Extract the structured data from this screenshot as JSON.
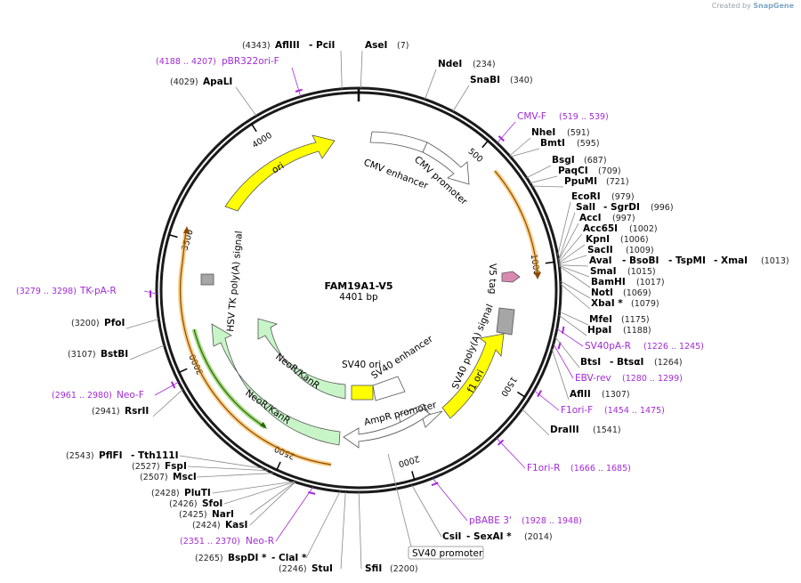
{
  "credit": {
    "prefix": "Created by",
    "brand": "SnapGene"
  },
  "plasmid": {
    "name": "FAM19A1-V5",
    "length_label": "4401 bp",
    "length": 4401
  },
  "ticks": [
    "500",
    "1000",
    "1500",
    "2000",
    "2500",
    "3000",
    "3500",
    "4000"
  ],
  "sites_right": [
    {
      "name": "NdeI",
      "pos": "(234)"
    },
    {
      "name": "SnaBI",
      "pos": "(340)"
    },
    {
      "name": "NheI",
      "pos": "(591)"
    },
    {
      "name": "BmtI",
      "pos": "(595)"
    },
    {
      "name": "BsgI",
      "pos": "(687)"
    },
    {
      "name": "PaqCI",
      "pos": "(709)"
    },
    {
      "name": "PpuMI",
      "pos": "(721)"
    },
    {
      "name": "EcoRI",
      "pos": "(979)"
    },
    {
      "name": "SalI",
      "extra": "SgrDI",
      "pos": "(996)"
    },
    {
      "name": "AccI",
      "pos": "(997)"
    },
    {
      "name": "Acc65I",
      "pos": "(1002)"
    },
    {
      "name": "KpnI",
      "pos": "(1006)"
    },
    {
      "name": "SacII",
      "pos": "(1009)"
    },
    {
      "name": "AvaI",
      "extra": "BsoBI",
      "extra2": "TspMI",
      "extra3": "XmaI",
      "pos": "(1013)"
    },
    {
      "name": "SmaI",
      "pos": "(1015)"
    },
    {
      "name": "BamHI",
      "pos": "(1017)"
    },
    {
      "name": "NotI",
      "pos": "(1069)"
    },
    {
      "name": "XbaI *",
      "pos": "(1079)"
    },
    {
      "name": "MfeI",
      "pos": "(1175)"
    },
    {
      "name": "HpaI",
      "pos": "(1188)"
    },
    {
      "name": "BtsI",
      "extra": "BtsαI",
      "pos": "(1264)"
    },
    {
      "name": "AflII",
      "pos": "(1307)"
    },
    {
      "name": "DraIII",
      "pos": "(1541)"
    },
    {
      "name": "CsiI",
      "extra": "SexAI *",
      "pos": "(2014)"
    }
  ],
  "sites_left": [
    {
      "name": "AflIII",
      "extra": "PciI",
      "pos": "(4343)"
    },
    {
      "name": "AseI",
      "pos": "(7)"
    },
    {
      "name": "ApaLI",
      "pos": "(4029)"
    },
    {
      "name": "PfoI",
      "pos": "(3200)"
    },
    {
      "name": "BstBI",
      "pos": "(3107)"
    },
    {
      "name": "RsrII",
      "pos": "(2941)"
    },
    {
      "name": "PflFI",
      "extra": "Tth111I",
      "pos": "(2543)"
    },
    {
      "name": "FspI",
      "pos": "(2527)"
    },
    {
      "name": "MscI",
      "pos": "(2507)"
    },
    {
      "name": "PluTI",
      "pos": "(2428)"
    },
    {
      "name": "SfoI",
      "pos": "(2426)"
    },
    {
      "name": "NarI",
      "pos": "(2425)"
    },
    {
      "name": "KasI",
      "pos": "(2424)"
    },
    {
      "name": "BspDI *",
      "extra": "ClaI *",
      "pos": "(2265)"
    },
    {
      "name": "StuI",
      "pos": "(2246)"
    },
    {
      "name": "SfiI",
      "pos": "(2200)"
    }
  ],
  "primers": [
    {
      "name": "pBR322ori-F",
      "range": "(4188 .. 4207)"
    },
    {
      "name": "CMV-F",
      "range": "(519 .. 539)"
    },
    {
      "name": "SV40pA-R",
      "range": "(1226 .. 1245)"
    },
    {
      "name": "EBV-rev",
      "range": "(1280 .. 1299)"
    },
    {
      "name": "F1ori-F",
      "range": "(1454 .. 1475)"
    },
    {
      "name": "F1ori-R",
      "range": "(1666 .. 1685)"
    },
    {
      "name": "pBABE 3'",
      "range": "(1928 .. 1948)"
    },
    {
      "name": "TK-pA-R",
      "range": "(3279 .. 3298)"
    },
    {
      "name": "Neo-F",
      "range": "(2961 .. 2980)"
    },
    {
      "name": "Neo-R",
      "range": "(2351 .. 2370)"
    }
  ],
  "features": {
    "ori": "ori",
    "cmv_enhancer": "CMV enhancer",
    "cmv_promoter": "CMV promoter",
    "v5_tag": "V5 tag",
    "sv40_polya": "SV40 poly(A) signal",
    "f1_ori": "f1 ori",
    "ampr_promoter": "AmpR promoter",
    "sv40_ori": "SV40 ori",
    "sv40_enhancer": "SV40 enhancer",
    "neo_kan_1": "NeoR/KanR",
    "neo_kan_2": "NeoR/KanR",
    "hsv_tk": "HSV TK poly(A) signal",
    "sv40_promoter": "SV40 promoter"
  },
  "colors": {
    "ori": "#ffff00",
    "neo": "#c8f5c8",
    "outline": "#555555",
    "primer": "#a22ad6",
    "orange": "#f5a623",
    "green_arrow": "#2a8a00",
    "v5": "#d98ab1",
    "polya_gray": "#a6a6a6"
  }
}
